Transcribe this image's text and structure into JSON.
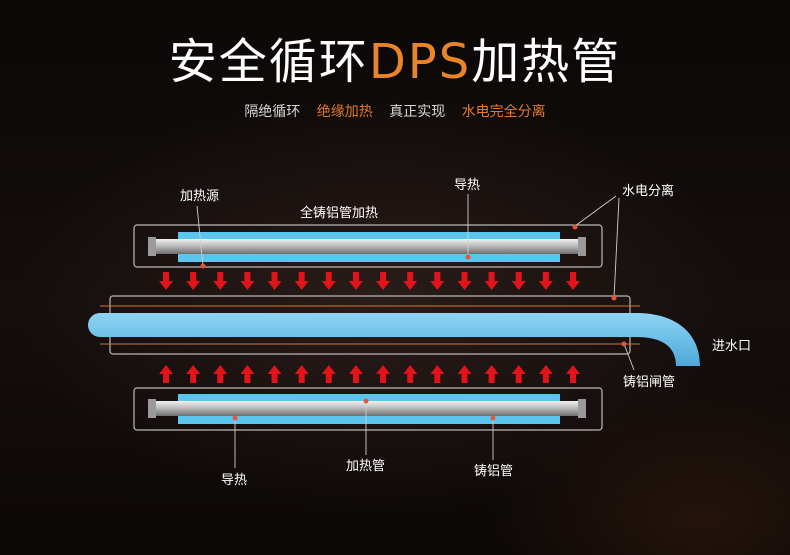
{
  "header": {
    "title_main": "安全循环",
    "title_accent": "DPS",
    "title_tail": "加热管"
  },
  "subtitle": {
    "items": [
      {
        "text": "隔绝循环",
        "tone": "white"
      },
      {
        "text": "绝缘加热",
        "tone": "orange"
      },
      {
        "text": "真正实现",
        "tone": "white"
      },
      {
        "text": "水电完全分离",
        "tone": "orange"
      }
    ]
  },
  "labels": {
    "heat_source": "加热源",
    "heat_conduct_top": "导热",
    "water_electric_sep": "水电分离",
    "cast_aluminum_heating": "全铸铝管加热",
    "water_inlet": "进水口",
    "cast_aluminum_gate_tube": "铸铝闸管",
    "heat_conduct_bottom": "导热",
    "heating_tube": "加热管",
    "cast_aluminum_tube": "铸铝管"
  },
  "colors": {
    "accent_orange": "#e8842a",
    "arrow_red": "#e0141a",
    "water_blue": "#6fc3ea",
    "frame_gray": "#b9b9b9",
    "tube_blue": "#5cc5ee",
    "dot_red": "#e5553c"
  },
  "arrows": {
    "count": 16,
    "top_direction": "down",
    "bottom_direction": "up"
  }
}
